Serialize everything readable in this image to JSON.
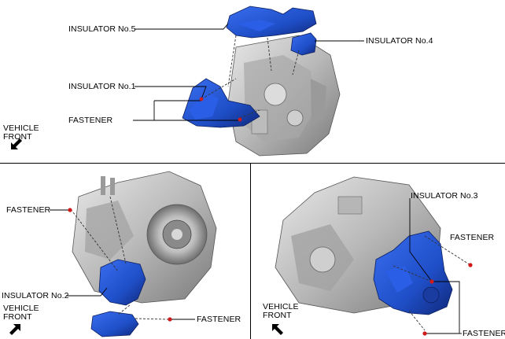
{
  "top_panel": {
    "labels": {
      "insulator5": "INSULATOR No.5",
      "insulator4": "INSULATOR No.4",
      "insulator1": "INSULATOR No.1",
      "fastener": "FASTENER"
    },
    "vehicle_front": {
      "line1": "VEHICLE",
      "line2": "FRONT",
      "icon": "arrow-down-left-icon"
    }
  },
  "bottom_left_panel": {
    "labels": {
      "fastener_top": "FASTENER",
      "insulator2": "INSULATOR No.2",
      "fastener_bottom": "FASTENER"
    },
    "vehicle_front": {
      "line1": "VEHICLE",
      "line2": "FRONT",
      "icon": "arrow-up-right-icon"
    }
  },
  "bottom_right_panel": {
    "labels": {
      "insulator3": "INSULATOR No.3",
      "fastener_right": "FASTENER",
      "fastener_bottom": "FASTENER"
    },
    "vehicle_front": {
      "line1": "VEHICLE",
      "line2": "FRONT",
      "icon": "arrow-up-left-icon"
    }
  },
  "colors": {
    "insulator_blue": "#1f4fc8",
    "insulator_dark": "#10287a",
    "transmission_gray": "#c9c9c9",
    "fastener_red": "#d11a1a"
  }
}
